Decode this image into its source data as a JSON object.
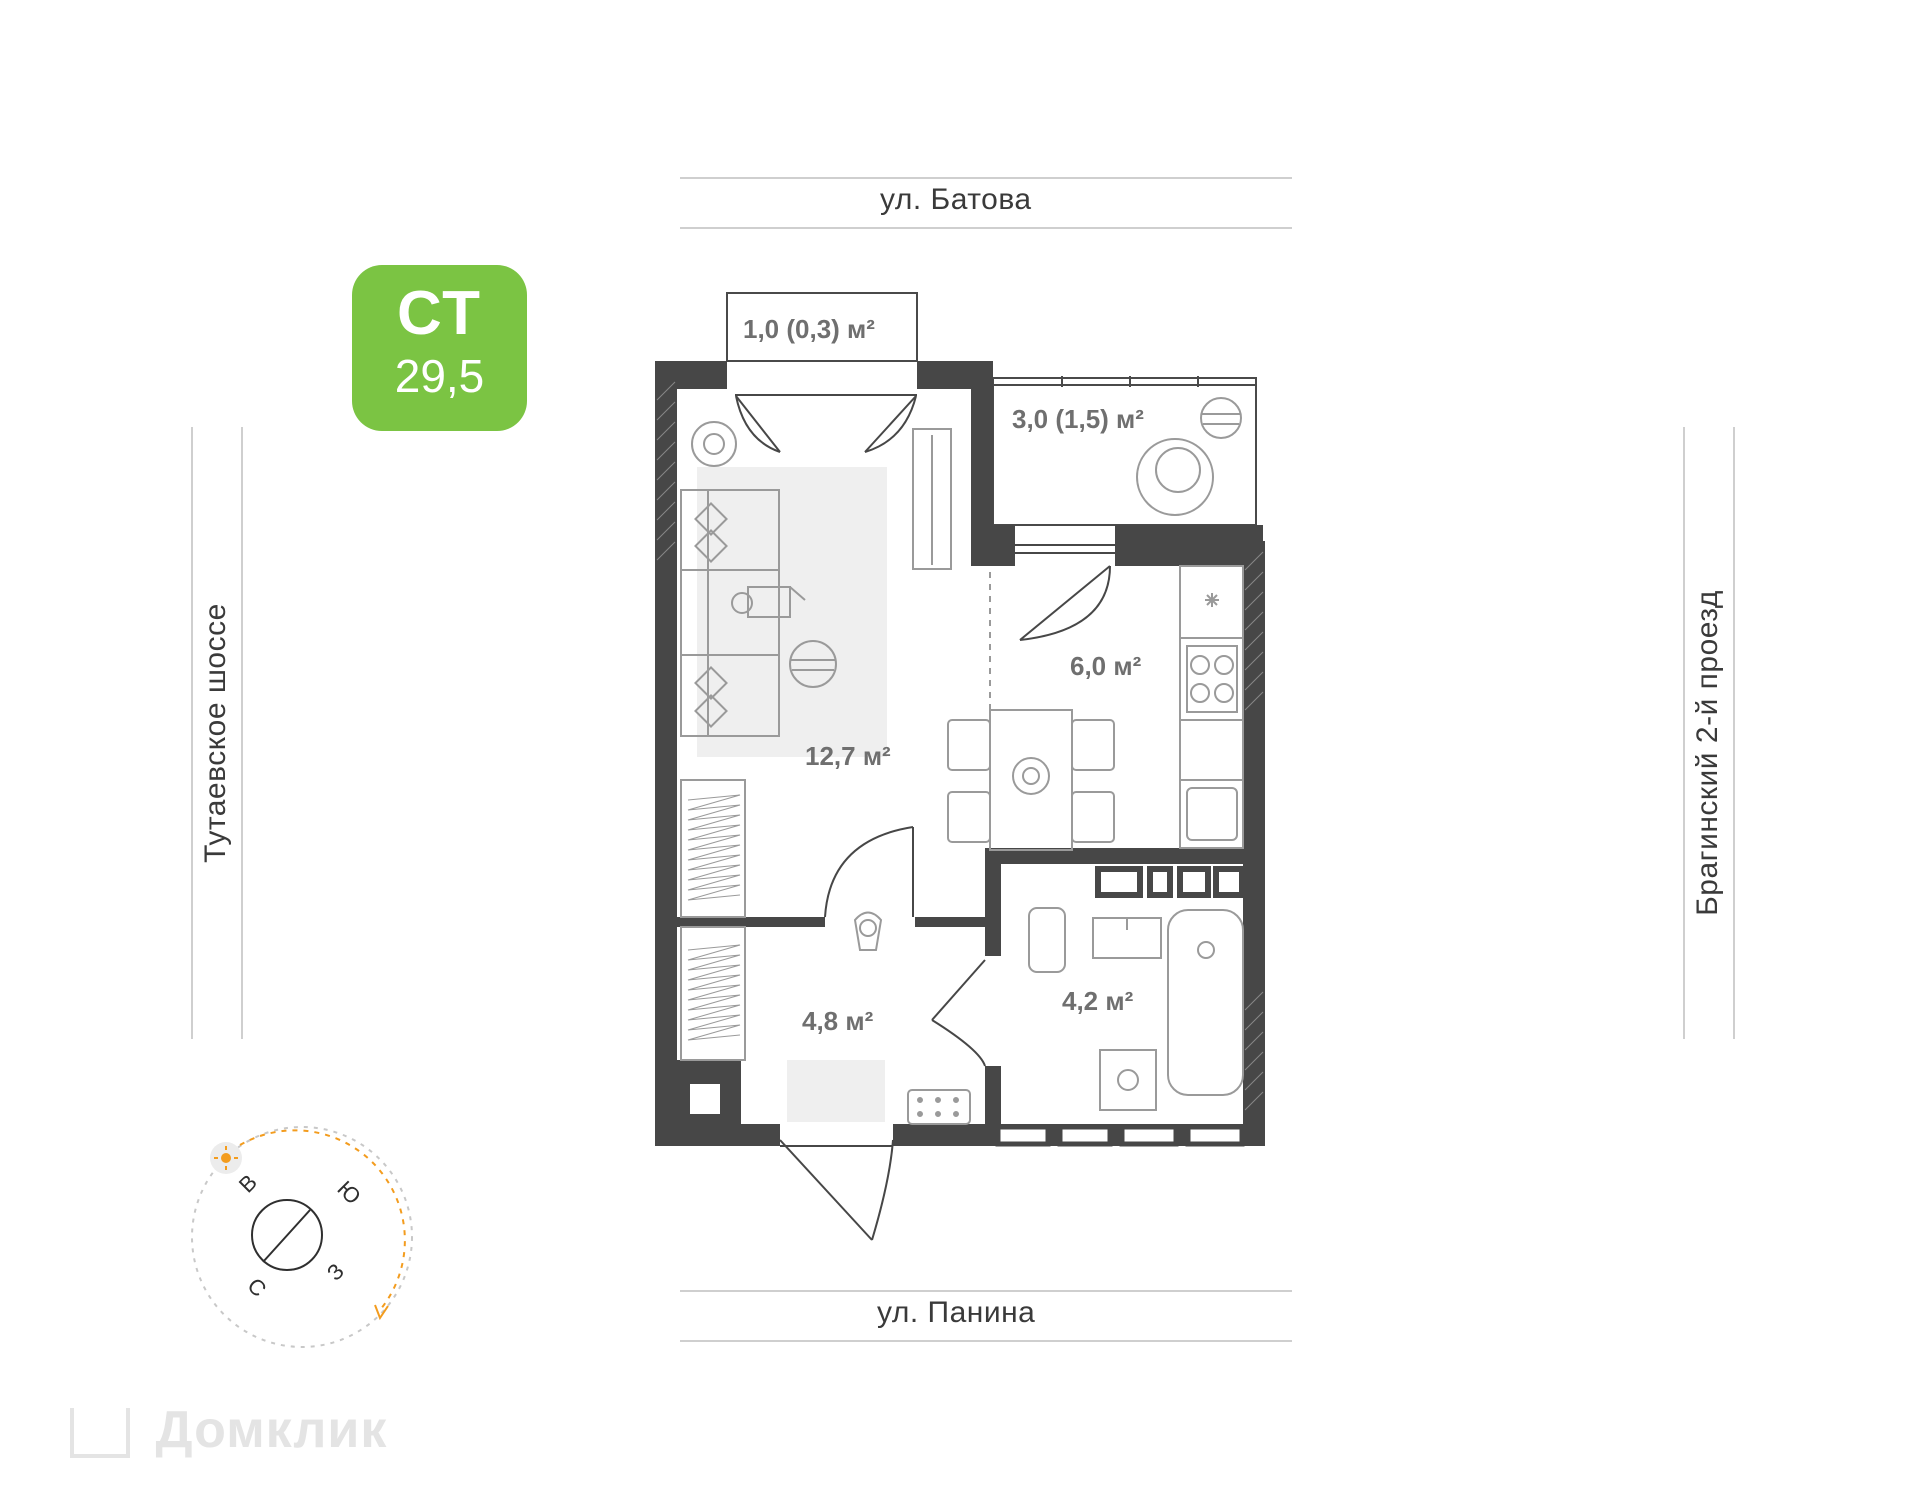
{
  "streets": {
    "top": "ул. Батова",
    "bottom": "ул. Панина",
    "left": "Тутаевское шоссе",
    "right": "Брагинский 2-й проезд"
  },
  "badge": {
    "type": "СТ",
    "area": "29,5",
    "color": "#7bc443"
  },
  "rooms": {
    "balcony_top": "1,0 (0,3) м²",
    "balcony_right": "3,0 (1,5) м²",
    "living": "12,7 м²",
    "kitchen": "6,0 м²",
    "hall": "4,8 м²",
    "bathroom": "4,2 м²"
  },
  "compass": {
    "n": "С",
    "e": "В",
    "s": "Ю",
    "w": "З",
    "sun_color": "#f39c1e"
  },
  "watermark": "Домклик",
  "colors": {
    "wall": "#474747",
    "furniture": "#9a9a9a",
    "rug": "#efefef"
  }
}
